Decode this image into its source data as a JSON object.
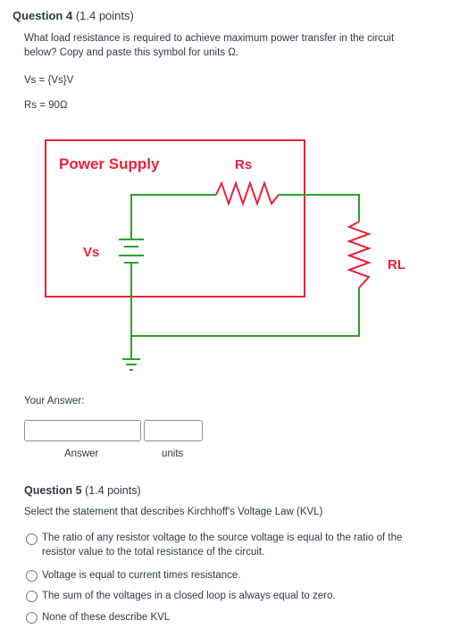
{
  "q4": {
    "title": "Question 4",
    "points": "(1.4 points)",
    "prompt_line1": "What load resistance is required to achieve maximum power transfer in the circuit",
    "prompt_line2": "below? Copy and paste this symbol for units Ω.",
    "vs_line": "Vs = {Vs}V",
    "rs_line": "Rs = 90Ω",
    "diagram": {
      "power_supply_label": "Power Supply",
      "rs_label": "Rs",
      "vs_label": "Vs",
      "rl_label": "RL",
      "red": "#e8213a",
      "green": "#2ca02c"
    },
    "your_answer": "Your Answer:",
    "answer_label": "Answer",
    "units_label": "units",
    "answer_value": "",
    "units_value": ""
  },
  "q5": {
    "title": "Question 5",
    "points": "(1.4 points)",
    "prompt": "Select the statement that describes Kirchhoff's Voltage Law (KVL)",
    "options": [
      {
        "line1": "The ratio of any resistor voltage to the source voltage is equal to the ratio of the",
        "line2": "resistor value to the total resistance of the circuit."
      },
      {
        "line1": "Voltage is equal to current times resistance."
      },
      {
        "line1": "The sum of the voltages in a closed loop is always equal to zero."
      },
      {
        "line1": "None of these describe KVL"
      }
    ]
  }
}
